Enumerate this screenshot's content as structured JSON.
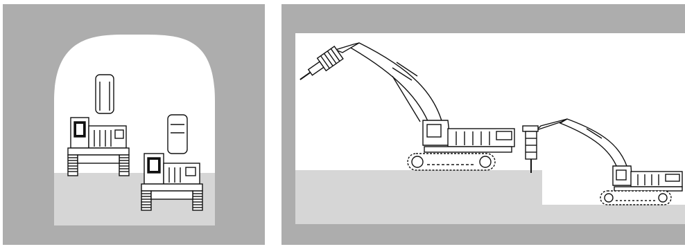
{
  "diagram": {
    "colors": {
      "rock": "#adadad",
      "muck_floor": "#d6d6d6",
      "excavated_space": "#ffffff",
      "line": "#111111"
    },
    "left_panel": {
      "view": "cross-section",
      "machines": [
        "excavator-front-view",
        "excavator-front-view"
      ]
    },
    "right_panel": {
      "view": "longitudinal-section",
      "machines": [
        "excavator-hydraulic-breaker",
        "excavator-hydraulic-breaker"
      ],
      "bench_layout": "upper-bench-and-lower-bench"
    }
  }
}
